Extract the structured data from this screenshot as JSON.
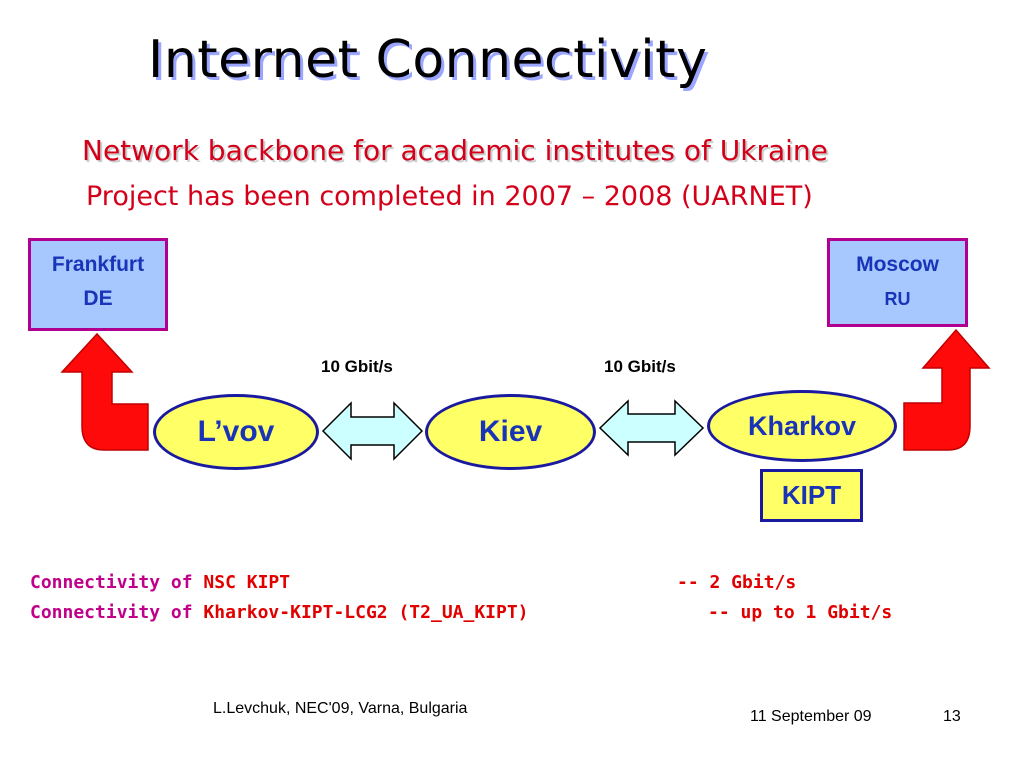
{
  "slide": {
    "title": "Internet Connectivity",
    "subtitle": "Network backbone for academic institutes of Ukraine",
    "project": "Project has been completed in 2007 – 2008 (UARNET)"
  },
  "nodes": {
    "frankfurt": {
      "city": "Frankfurt",
      "country": "DE"
    },
    "moscow": {
      "city": "Moscow",
      "country": "RU"
    },
    "lvov": "L’vov",
    "kiev": "Kiev",
    "kharkov": "Kharkov",
    "kipt": "KIPT"
  },
  "links": [
    {
      "from": "L’vov",
      "to": "Kiev",
      "speed": "10 Gbit/s"
    },
    {
      "from": "Kiev",
      "to": "Kharkov",
      "speed": "10 Gbit/s"
    }
  ],
  "connectivity": [
    {
      "prefix": "Connectivity of",
      "subject": "NSC KIPT",
      "value": "-- 2 Gbit/s"
    },
    {
      "prefix": "Connectivity of",
      "subject": "Kharkov-KIPT-LCG2 (T2_UA_KIPT)",
      "value": "-- up to 1 Gbit/s"
    }
  ],
  "footer": {
    "author": "L.Levchuk, NEC'09, Varna, Bulgaria",
    "date": "11 September 09",
    "page": "13"
  },
  "colors": {
    "accent_red": "#d4001a",
    "node_fill": "#ffff66",
    "city_box_fill": "#a6c8ff",
    "arrow_fill": "#ff0a0a",
    "link_fill": "#ccffff"
  }
}
